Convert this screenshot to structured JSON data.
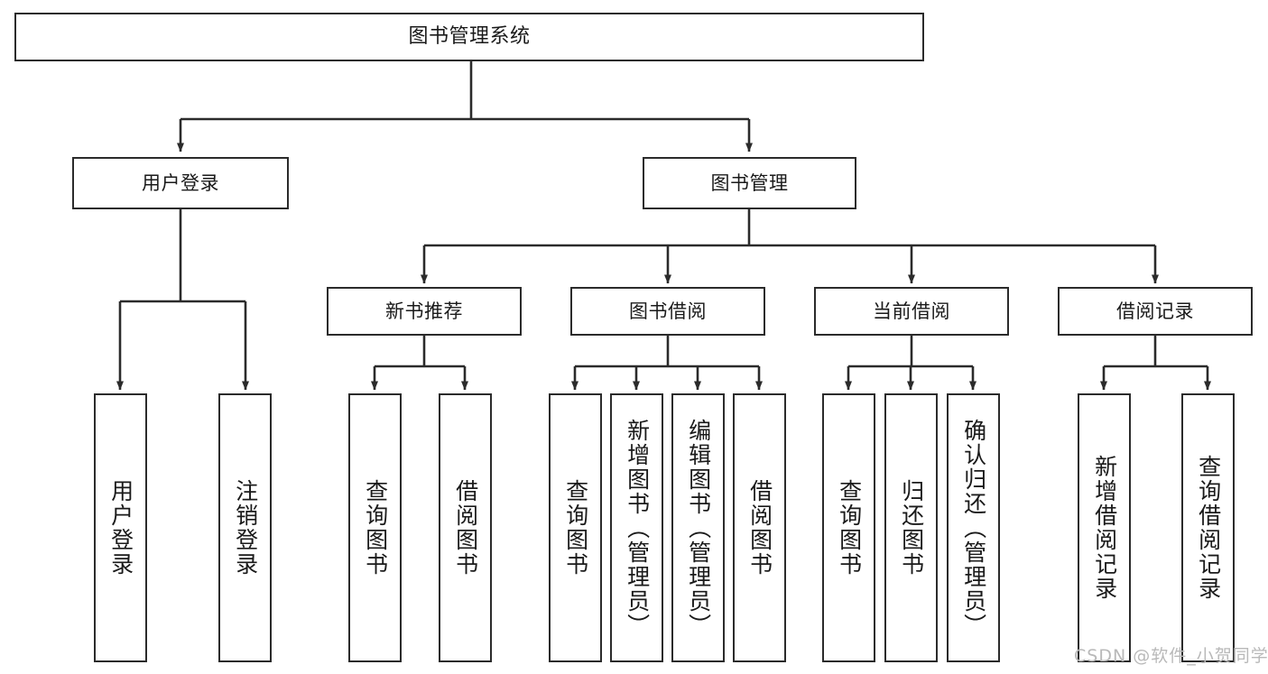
{
  "diagram": {
    "type": "tree-hierarchy",
    "title": "图书管理系统",
    "orientation": "top-down",
    "colors": {
      "box_border": "#2b2b2b",
      "box_fill": "#ffffff",
      "edge": "#2b2b2b",
      "text": "#1a1a1a",
      "watermark": "#b9b9b9"
    }
  },
  "root": {
    "label": "图书管理系统"
  },
  "level2": [
    {
      "label": "用户登录"
    },
    {
      "label": "图书管理"
    }
  ],
  "level3": [
    {
      "label": "新书推荐"
    },
    {
      "label": "图书借阅"
    },
    {
      "label": "当前借阅"
    },
    {
      "label": "借阅记录"
    }
  ],
  "leaves": {
    "user_login": [
      {
        "label": "用户登录"
      },
      {
        "label": "注销登录"
      }
    ],
    "new_book_recommend": [
      {
        "label": "查询图书"
      },
      {
        "label": "借阅图书"
      }
    ],
    "book_borrow": [
      {
        "label": "查询图书"
      },
      {
        "label": "新增图书（管理员）"
      },
      {
        "label": "编辑图书（管理员）"
      },
      {
        "label": "借阅图书"
      }
    ],
    "current_borrow": [
      {
        "label": "查询图书"
      },
      {
        "label": "归还图书"
      },
      {
        "label": "确认归还（管理员）"
      }
    ],
    "borrow_record": [
      {
        "label": "新增借阅记录"
      },
      {
        "label": "查询借阅记录"
      }
    ]
  },
  "watermark": {
    "text": "CSDN @软件_小贺同学"
  }
}
